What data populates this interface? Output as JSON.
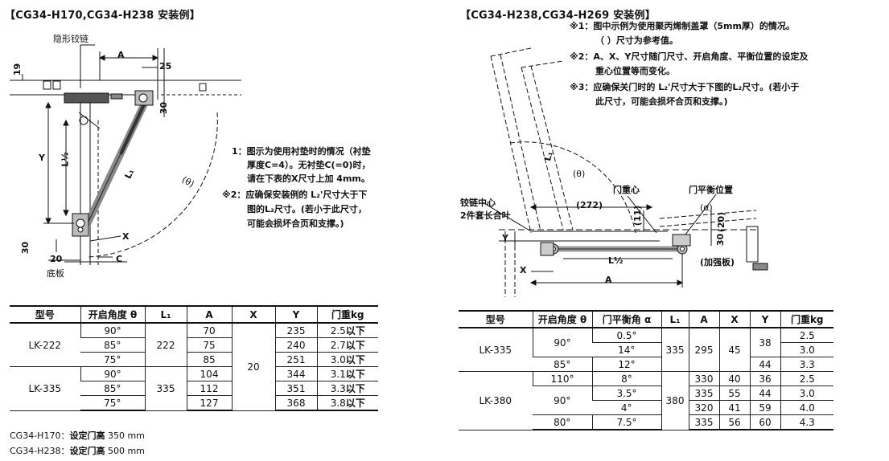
{
  "left": {
    "title": "【CG34-H170,CG34-H238 安装例】",
    "labels": {
      "hidden_hinge": "隐形铰链",
      "a": "A",
      "d25": "25",
      "d19": "19",
      "d30a": "30",
      "y": "Y",
      "l2": "L½",
      "l1": "L₁",
      "theta": "(θ)",
      "x": "X",
      "c": "C",
      "d30b": "30",
      "d20": "20",
      "base": "底板"
    },
    "notes": [
      "1：图示为使用衬垫时的情况（衬垫",
      "厚度C=4）。无衬垫C(=0)时，",
      "请在下表的X尺寸上加 4mm。",
      "※2：应确保安装例的 L₂'尺寸大于下",
      "图的L₂尺寸。(若小于此尺寸，",
      "可能会损坏合页和支撑。)"
    ],
    "table": {
      "headers": [
        "型号",
        "开启角度 θ",
        "L₁",
        "A",
        "X",
        "Y",
        "门重kg"
      ],
      "models": [
        "LK-222",
        "LK-335"
      ],
      "l1": [
        "222",
        "335"
      ],
      "x": "20",
      "rows": [
        {
          "angle": "90°",
          "a": "70",
          "y": "235",
          "w": "2.5",
          "suffix": "以下"
        },
        {
          "angle": "85°",
          "a": "75",
          "y": "240",
          "w": "2.7",
          "suffix": "以下"
        },
        {
          "angle": "75°",
          "a": "85",
          "y": "251",
          "w": "3.0",
          "suffix": "以下"
        },
        {
          "angle": "90°",
          "a": "104",
          "y": "344",
          "w": "3.1",
          "suffix": "以下"
        },
        {
          "angle": "85°",
          "a": "112",
          "y": "351",
          "w": "3.3",
          "suffix": "以下"
        },
        {
          "angle": "75°",
          "a": "127",
          "y": "368",
          "w": "3.8",
          "suffix": "以下"
        }
      ]
    },
    "footer": [
      {
        "model": "CG34-H170：",
        "label": "设定门高",
        "value": " 350 mm"
      },
      {
        "model": "CG34-H238：",
        "label": "设定门高",
        "value": " 500 mm"
      }
    ]
  },
  "right": {
    "title": "【CG34-H238,CG34-H269 安装例】",
    "notes": [
      {
        "mark": "※1：",
        "text": "图中示例为使用聚丙烯制盖罩（5mm厚）的情况。"
      },
      {
        "mark": "",
        "text": "（ ）尺寸为参考值。"
      },
      {
        "mark": "※2：",
        "text": "A、X、Y尺寸随门尺寸、开启角度、平衡位置的设定及"
      },
      {
        "mark": "",
        "text": "重心位置等而变化。"
      },
      {
        "mark": "※3：",
        "text": "应确保关门时的 L₂'尺寸大于下图的L₂尺寸。(若小于"
      },
      {
        "mark": "",
        "text": "此尺寸，可能会损坏合页和支撑。)"
      }
    ],
    "labels": {
      "hinge_center": "铰链中心",
      "two_piece": "2件套长合叶",
      "l1": "L₁",
      "theta": "(θ)",
      "d272": "(272)",
      "door_center": "门重心",
      "d11": "(11)",
      "door_balance": "门平衡位置",
      "alpha": "(α)",
      "d20": "(20)",
      "d30": "30",
      "y": "Y",
      "l2": "L½",
      "reinforce": "(加强板)",
      "x": "X",
      "a": "A"
    },
    "table": {
      "headers": [
        "型号",
        "开启角度 θ",
        "门平衡角 α",
        "L₁",
        "A",
        "X",
        "Y",
        "门重kg"
      ],
      "rows": [
        {
          "model": "LK-335",
          "theta": "90°",
          "alpha": "0.5°",
          "l1": "335",
          "a": "295",
          "x": "45",
          "y": "38",
          "w": "2.5"
        },
        {
          "model": "",
          "theta": "",
          "alpha": "14°",
          "l1": "",
          "a": "",
          "x": "",
          "y": "",
          "w": "3.0"
        },
        {
          "model": "",
          "theta": "85°",
          "alpha": "12°",
          "l1": "",
          "a": "",
          "x": "",
          "y": "44",
          "w": "3.3"
        },
        {
          "model": "LK-380",
          "theta": "110°",
          "alpha": "8°",
          "l1": "380",
          "a": "330",
          "x": "40",
          "y": "36",
          "w": "2.5"
        },
        {
          "model": "",
          "theta": "90°",
          "alpha": "3.5°",
          "l1": "",
          "a": "335",
          "x": "55",
          "y": "44",
          "w": "3.0"
        },
        {
          "model": "",
          "theta": "",
          "alpha": "4°",
          "l1": "",
          "a": "320",
          "x": "41",
          "y": "59",
          "w": "4.0"
        },
        {
          "model": "",
          "theta": "80°",
          "alpha": "7.5°",
          "l1": "",
          "a": "335",
          "x": "56",
          "y": "60",
          "w": "4.3"
        }
      ]
    }
  }
}
